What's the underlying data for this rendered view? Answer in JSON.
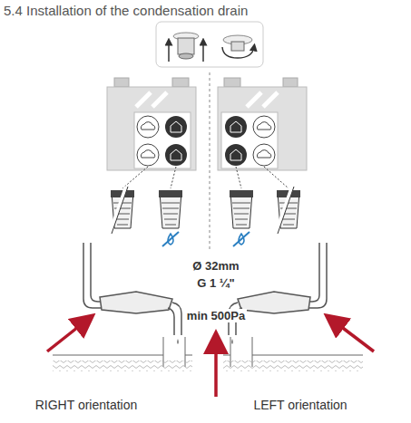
{
  "diagram": {
    "title": "5.4 Installation of the condensation drain",
    "labels": [
      "Ø 32mm",
      "G 1 ¼\"",
      "min 500Pa",
      "RIGHT orientation",
      "LEFT orientation"
    ]
  }
}
